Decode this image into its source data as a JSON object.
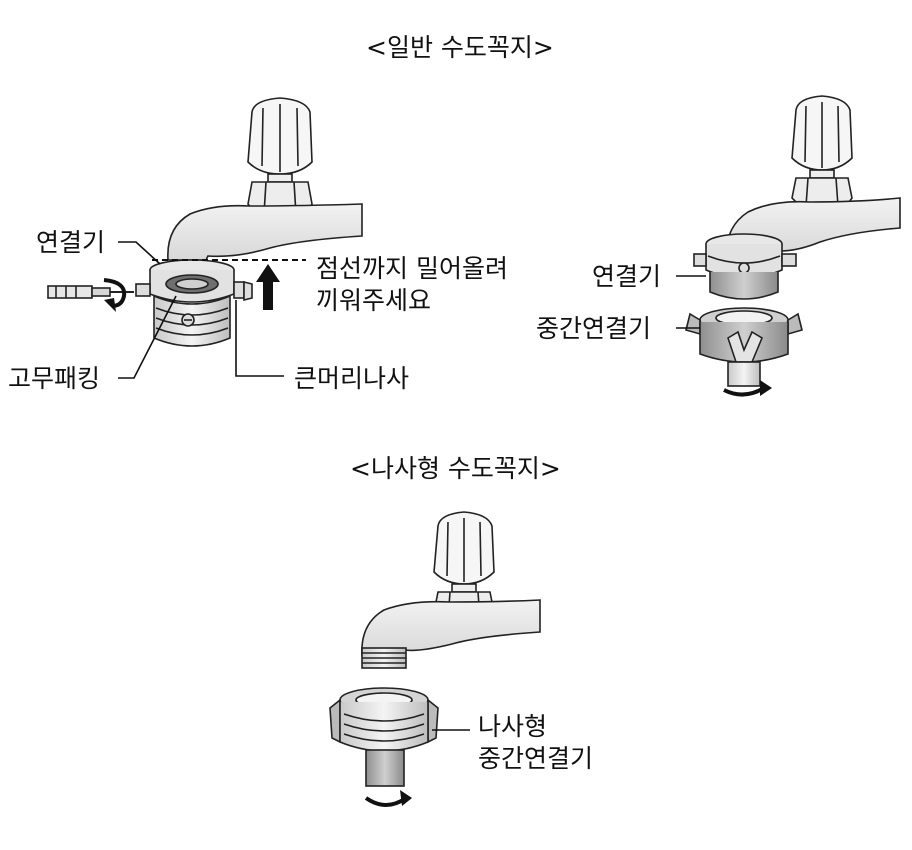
{
  "section_general": {
    "title": "<일반 수도꼭지>",
    "left": {
      "label_connector": "연결기",
      "label_push_line1": "점선까지 밀어올려",
      "label_push_line2": "끼워주세요",
      "label_rubber_packing": "고무패킹",
      "label_big_head_screw": "큰머리나사"
    },
    "right": {
      "label_connector": "연결기",
      "label_middle_connector": "중간연결기"
    }
  },
  "section_threaded": {
    "title": "<나사형 수도꼭지>",
    "label_line1": "나사형",
    "label_line2": "중간연결기"
  }
}
